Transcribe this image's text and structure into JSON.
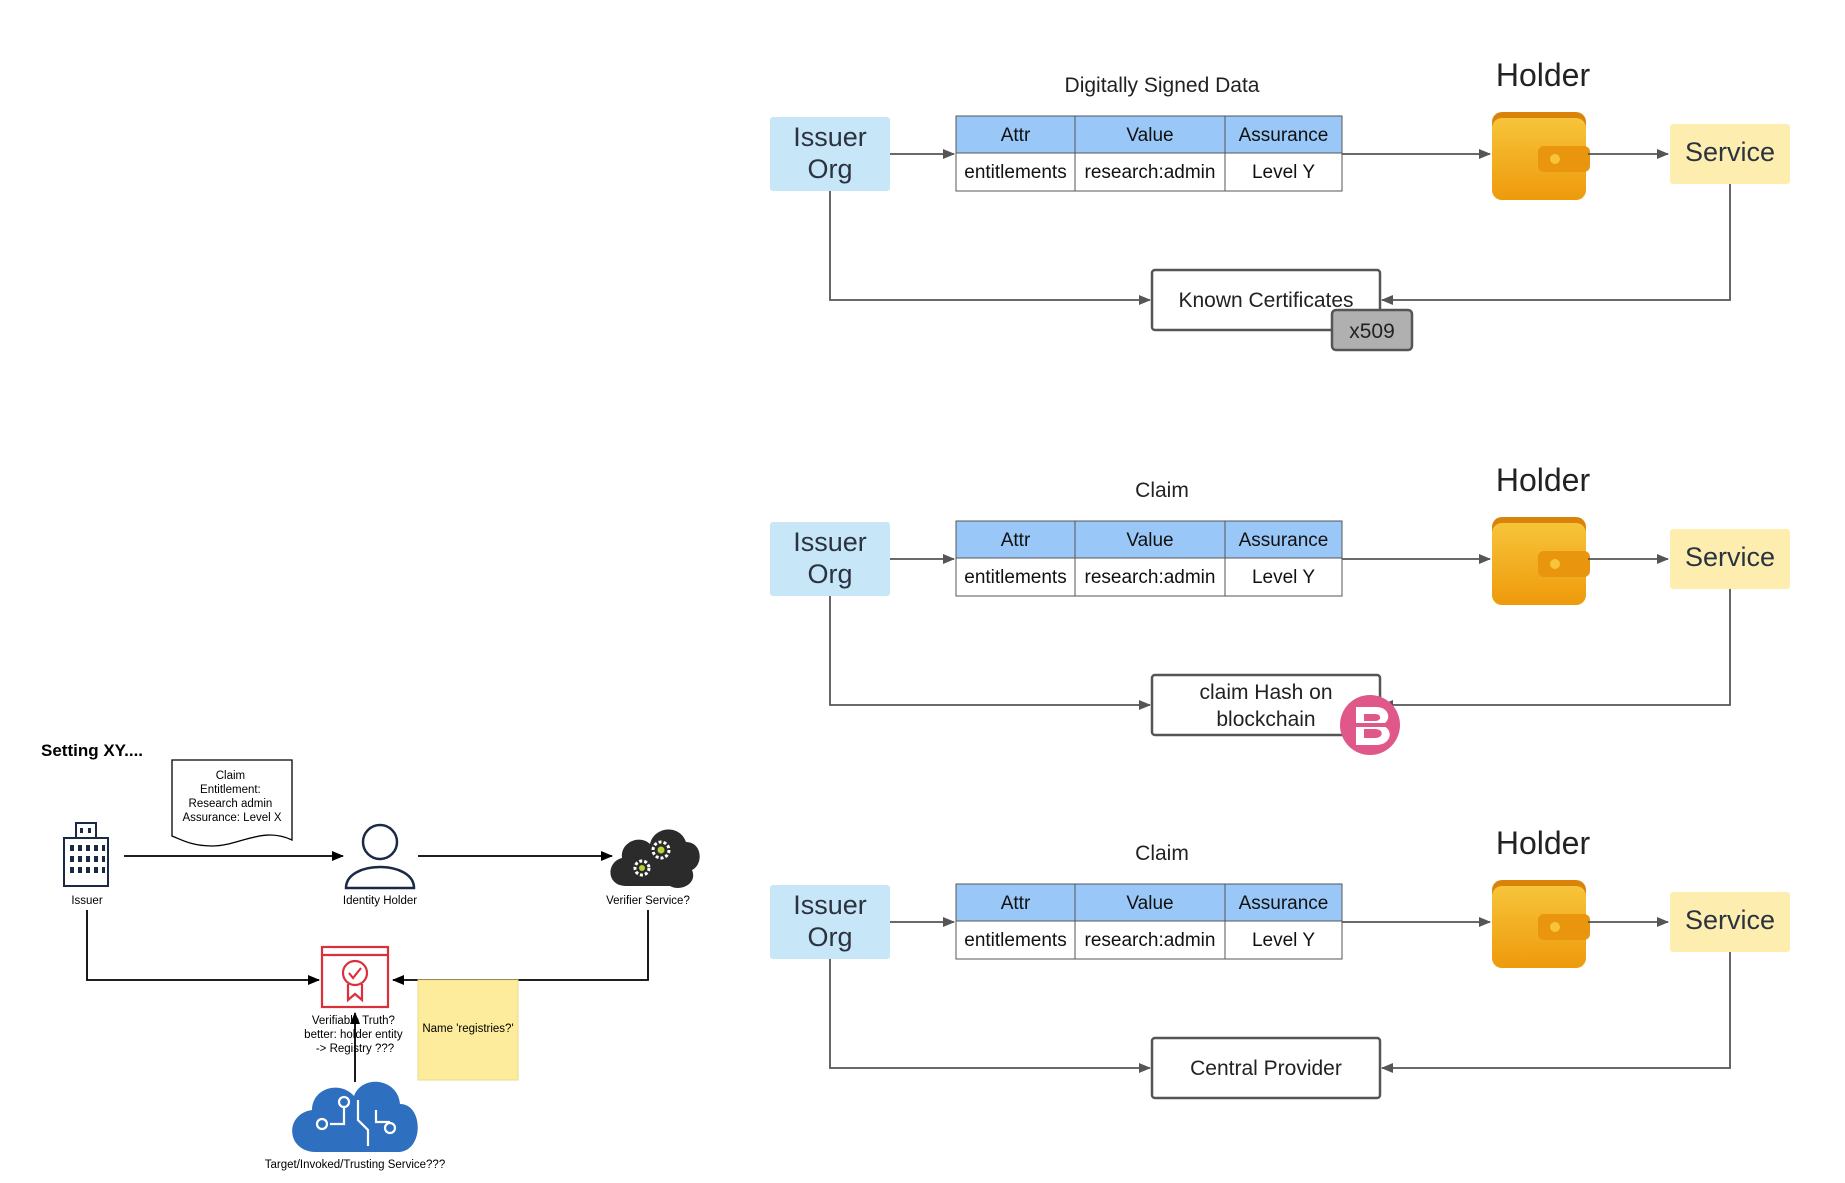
{
  "flows": [
    {
      "caption": "Digitally Signed Data",
      "issuer_line1": "Issuer",
      "issuer_line2": "Org",
      "holder_label": "Holder",
      "service_label": "Service",
      "table": {
        "headers": [
          "Attr",
          "Value",
          "Assurance"
        ],
        "row": [
          "entitlements",
          "research:admin",
          "Level Y"
        ]
      },
      "trust_line1": "Known Certificates",
      "trust_line2": "",
      "badge": "x509"
    },
    {
      "caption": "Claim",
      "issuer_line1": "Issuer",
      "issuer_line2": "Org",
      "holder_label": "Holder",
      "service_label": "Service",
      "table": {
        "headers": [
          "Attr",
          "Value",
          "Assurance"
        ],
        "row": [
          "entitlements",
          "research:admin",
          "Level Y"
        ]
      },
      "trust_line1": "claim Hash on",
      "trust_line2": "blockchain",
      "badge": "blockchain-icon"
    },
    {
      "caption": "Claim",
      "issuer_line1": "Issuer",
      "issuer_line2": "Org",
      "holder_label": "Holder",
      "service_label": "Service",
      "table": {
        "headers": [
          "Attr",
          "Value",
          "Assurance"
        ],
        "row": [
          "entitlements",
          "research:admin",
          "Level Y"
        ]
      },
      "trust_line1": "Central Provider",
      "trust_line2": "",
      "badge": ""
    }
  ],
  "setting": {
    "title": "Setting XY....",
    "claim_doc": [
      "Claim",
      "Entitlement:",
      "Research admin",
      "Assurance: Level X"
    ],
    "issuer_label": "Issuer",
    "holder_label": "Identity Holder",
    "verifier_label": "Verifier Service?",
    "truth_label": [
      "Verifiable Truth?",
      "better: holder entity",
      "-> Registry ???"
    ],
    "sticky_note": "Name 'registries?'",
    "target_label": "Target/Invoked/Trusting Service???"
  },
  "colors": {
    "issuer_fill": "#c7e6f7",
    "service_fill": "#fdeeb0",
    "table_header": "#99c8f8",
    "wallet": "#f3a91a",
    "badge_gray": "#b0b0b0",
    "blockchain_pink": "#e0588a",
    "cert_red": "#d9303b",
    "cloud_blue": "#2f6fbf",
    "sticky": "#fdec9c"
  }
}
